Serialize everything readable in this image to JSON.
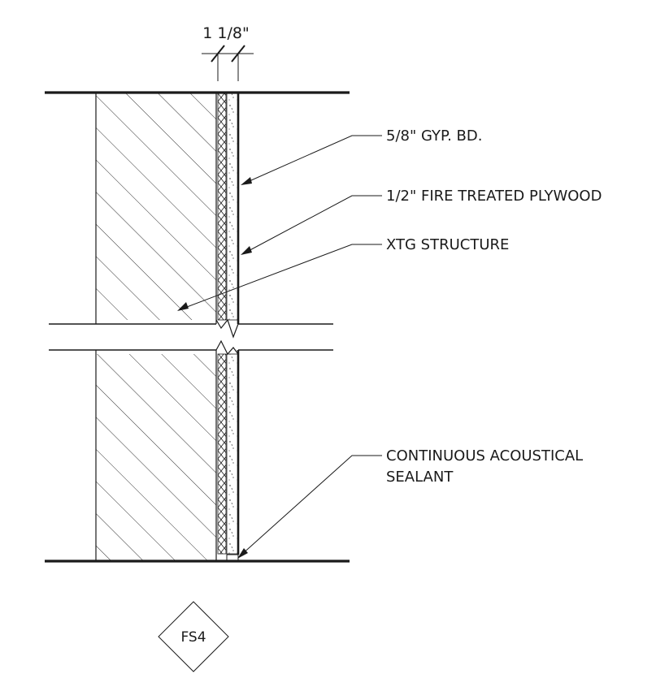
{
  "dimension": {
    "text": "1 1/8\""
  },
  "labels": {
    "gyp": "5/8\" GYP. BD.",
    "plywood": "1/2\" FIRE TREATED PLYWOOD",
    "structure": "XTG STRUCTURE",
    "sealant_line1": "CONTINUOUS ACOUSTICAL",
    "sealant_line2": "SEALANT"
  },
  "detail_tag": {
    "text": "FS4"
  },
  "colors": {
    "ink": "#1a1a1a",
    "background": "#ffffff"
  }
}
